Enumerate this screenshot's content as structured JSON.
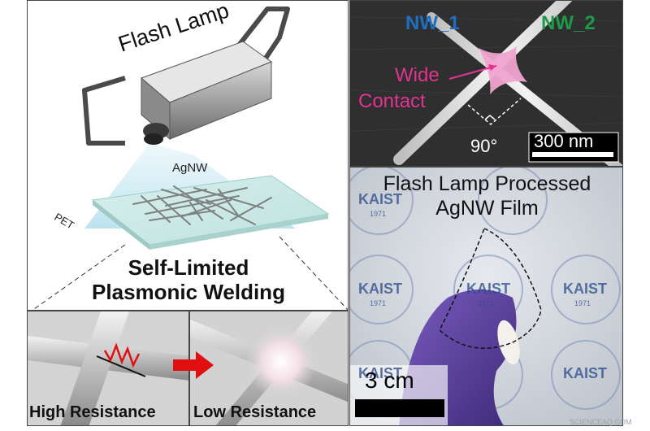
{
  "figure": {
    "schematic": {
      "flash_lamp_label": "Flash Lamp",
      "agnw_label": "AgNW",
      "pet_label": "PET",
      "title_line1": "Self-Limited",
      "title_line2": "Plasmonic Welding"
    },
    "sem": {
      "nw1_label": "NW_1",
      "nw2_label": "NW_2",
      "wide_label": "Wide",
      "contact_label": "Contact",
      "angle_label": "90°",
      "scale_label": "300 nm",
      "colors": {
        "nw1": "#1f6fc0",
        "nw2": "#1f9a4a",
        "contact": "#e2338f"
      }
    },
    "resistance": {
      "high_label": "High Resistance",
      "low_label": "Low Resistance",
      "arrow_color": "#e01010",
      "resistor_color": "#e01010"
    },
    "photo": {
      "title_line1": "Flash Lamp Processed",
      "title_line2": "AgNW Film",
      "logo_text": "KAIST",
      "logo_year": "1971",
      "scale_label": "3 cm"
    },
    "watermark": "SCIENCEAQ.COM"
  }
}
